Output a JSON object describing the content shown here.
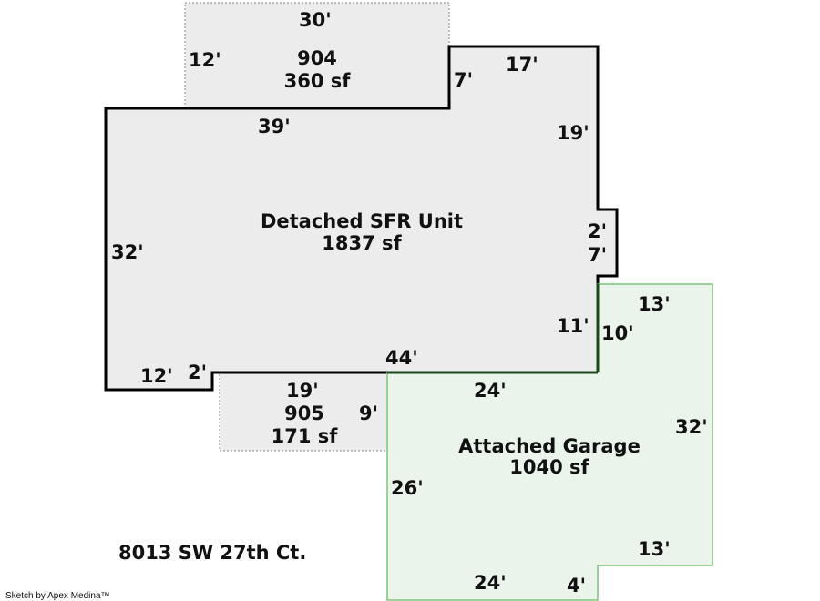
{
  "address": "8013 SW 27th Ct.",
  "credit": "Sketch by Apex Medina™",
  "colors": {
    "main_fill": "#ececec",
    "main_stroke": "#000000",
    "garage_fill": "#eaf4ea",
    "garage_stroke": "#7cc47c",
    "aux_stroke": "#888888"
  },
  "areas": {
    "main": {
      "name": "Detached SFR Unit",
      "area": "1837 sf"
    },
    "upper": {
      "code": "904",
      "area": "360 sf"
    },
    "lower": {
      "code": "905",
      "area": "171 sf"
    },
    "garage": {
      "name": "Attached Garage",
      "area": "1040 sf"
    }
  },
  "dims": {
    "upper_top": "30'",
    "upper_left": "12'",
    "upper_right": "7'",
    "main_top_right": "17'",
    "main_right_upper": "19'",
    "main_top": "39'",
    "main_left": "32'",
    "bump_w": "2'",
    "bump_h": "7'",
    "main_right_lower": "11'",
    "main_bottom": "44'",
    "main_bottom_left": "12'",
    "main_step": "2'",
    "lower_top": "19'",
    "lower_right": "9'",
    "garage_top_right": "13'",
    "garage_left_upper": "10'",
    "garage_top": "24'",
    "garage_right": "32'",
    "garage_left": "26'",
    "garage_notch": "13'",
    "garage_bottom": "24'",
    "garage_notch_h": "4'"
  }
}
